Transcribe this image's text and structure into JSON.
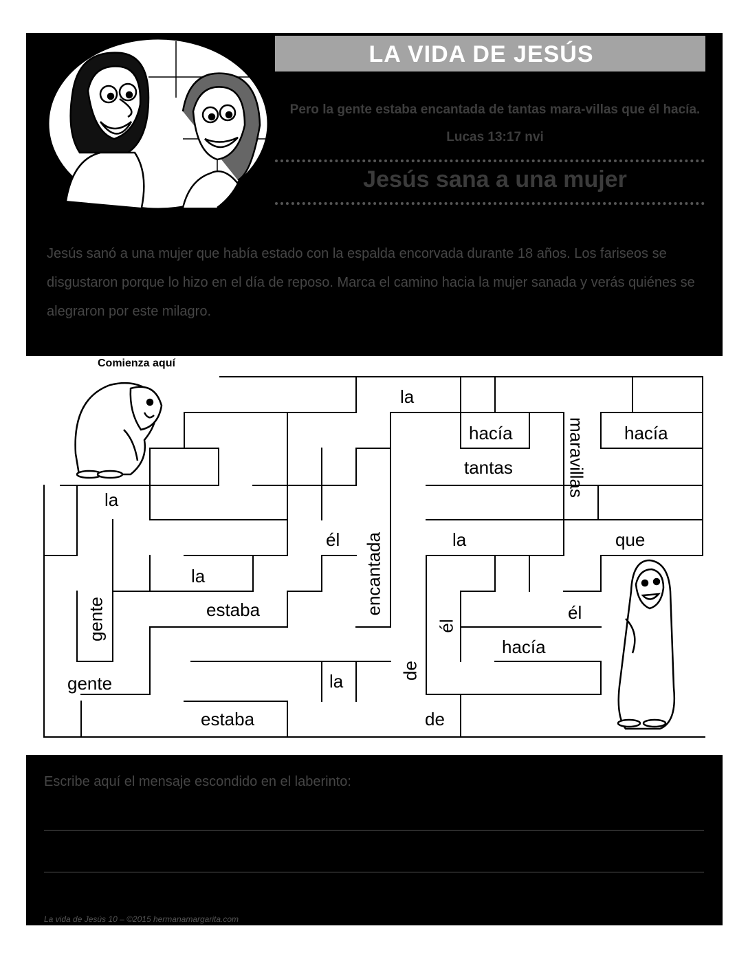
{
  "header": {
    "title": "LA VIDA DE JESÚS",
    "verse": "Pero la gente estaba encantada de tantas mara-villas que él hacía. Lucas 13:17 nvi",
    "story_title": "Jesús sana a una mujer",
    "intro": "Jesús sanó a una mujer que había estado con la espalda encorvada durante 18 años. Los fariseos se disgustaron porque lo hizo en el día de reposo. Marca el camino hacia la mujer sanada y verás quiénes se alegraron por este milagro."
  },
  "maze": {
    "start_label": "Comienza aquí",
    "words": [
      "la",
      "hacía",
      "maravillas",
      "hacía",
      "tantas",
      "la",
      "él",
      "encantada",
      "la",
      "que",
      "la",
      "estaba",
      "gente",
      "él",
      "él",
      "hacía",
      "gente",
      "la",
      "de",
      "estaba",
      "de"
    ]
  },
  "footer": {
    "prompt": "Escribe aquí el mensaje escondido en el laberinto:",
    "credit": "La vida de Jesús 10 – ©2015 hermanamargarita.com"
  },
  "colors": {
    "background": "#000000",
    "title_bar": "#a4a4a4",
    "text_gray": "#454545"
  }
}
